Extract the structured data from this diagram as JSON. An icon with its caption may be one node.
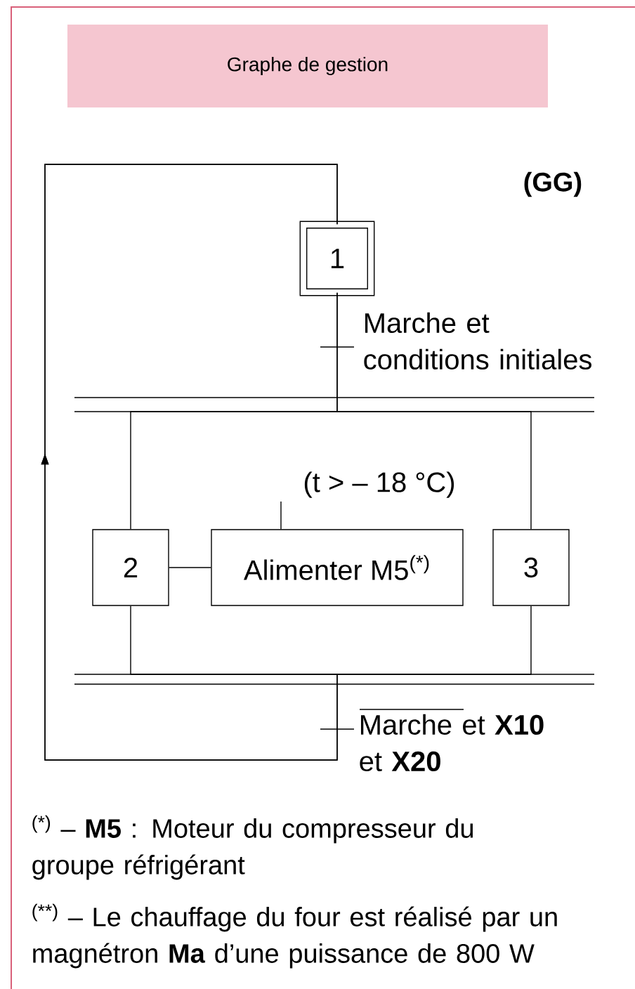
{
  "diagram": {
    "title": "Graphe de gestion",
    "nodes": [
      {
        "text": [
          "1"
        ]
      },
      {
        "text": [
          "2"
        ]
      },
      {
        "text": [
          "Alimenter M5$^{(*)}$"
        ],
        "beside": [
          "(t > – 18 °C)"
        ]
      },
      {
        "text": [
          "3"
        ]
      }
    ],
    "edges": [
      {
        "from": 0,
        "to": 1,
        "arrow": "none",
        "label": "Marche et conditions initiales"
      },
      {
        "from": 0,
        "to": 3,
        "arrow": "none"
      },
      {
        "from": 1,
        "to": 2,
        "arrow": "none"
      },
      {
        "from": 1,
        "to": 0,
        "arrow": "to",
        "label": "Marche et **X10** et **X20**"
      },
      {
        "from": 3,
        "to": 0,
        "arrow": "to"
      }
    ],
    "labels": [
      "(GG)",
      "$^{(*)}$ – **M5** : Moteur du compresseur du groupe réfrigérant",
      "$^{(**)}$ – Le chauffage du four est réalisé par un magnétron **Ma** d’une puissance de 800 W"
    ]
  }
}
